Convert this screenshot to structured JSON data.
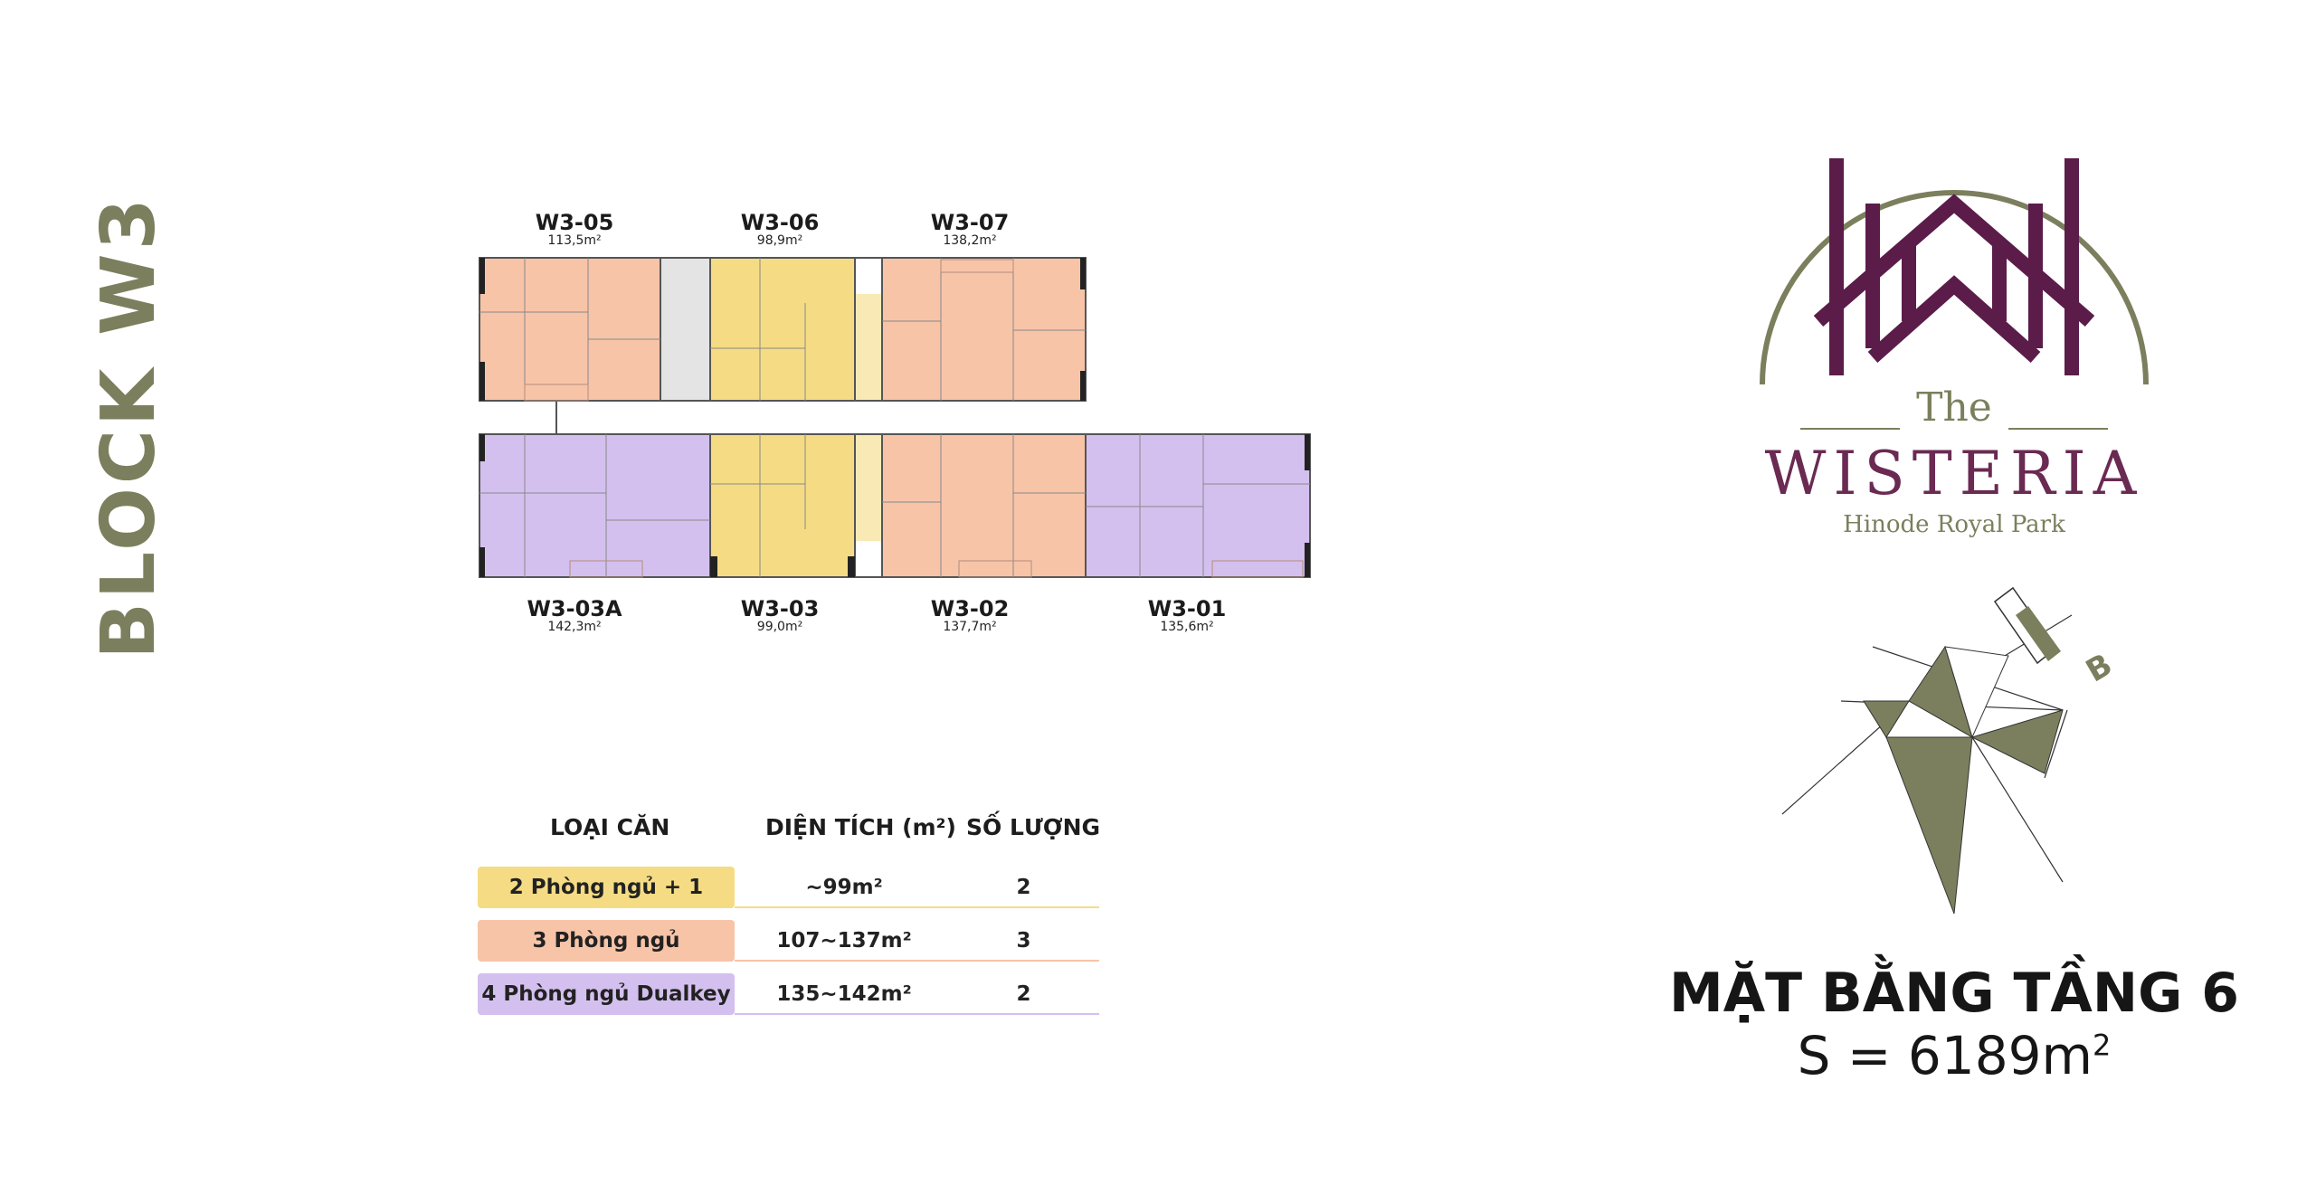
{
  "block_label": "BLOCK W3",
  "colors": {
    "olive": "#7c7f5d",
    "brand_purple": "#5b1c4a",
    "two_bed_plus": "#f5dc84",
    "three_bed": "#f7c4a8",
    "four_bed": "#d4c0ef"
  },
  "units_top": [
    {
      "code": "W3-05",
      "area": "113,5m²",
      "type": "three_bed"
    },
    {
      "code": "W3-06",
      "area": "98,9m²",
      "type": "two_bed_plus"
    },
    {
      "code": "W3-07",
      "area": "138,2m²",
      "type": "three_bed"
    }
  ],
  "units_bottom": [
    {
      "code": "W3-03A",
      "area": "142,3m²",
      "type": "four_bed"
    },
    {
      "code": "W3-03",
      "area": "99,0m²",
      "type": "two_bed_plus"
    },
    {
      "code": "W3-02",
      "area": "137,7m²",
      "type": "three_bed"
    },
    {
      "code": "W3-01",
      "area": "135,6m²",
      "type": "four_bed"
    }
  ],
  "legend": {
    "headers": {
      "type": "LOẠI CĂN",
      "area": "DIỆN TÍCH (m²)",
      "count": "SỐ LƯỢNG"
    },
    "rows": [
      {
        "label": "2 Phòng ngủ + 1",
        "area": "~99m²",
        "count": "2",
        "color_key": "two_bed_plus"
      },
      {
        "label": "3 Phòng ngủ",
        "area": "107~137m²",
        "count": "3",
        "color_key": "three_bed"
      },
      {
        "label": "4 Phòng ngủ Dualkey",
        "area": "135~142m²",
        "count": "2",
        "color_key": "four_bed"
      }
    ]
  },
  "brand": {
    "the": "The",
    "name": "WISTERIA",
    "sub": "Hinode Royal Park"
  },
  "compass_letter": "B",
  "title": "MẶT BẰNG TẦNG 6",
  "subtitle": {
    "prefix": "S = 6189m",
    "sup": "2"
  }
}
